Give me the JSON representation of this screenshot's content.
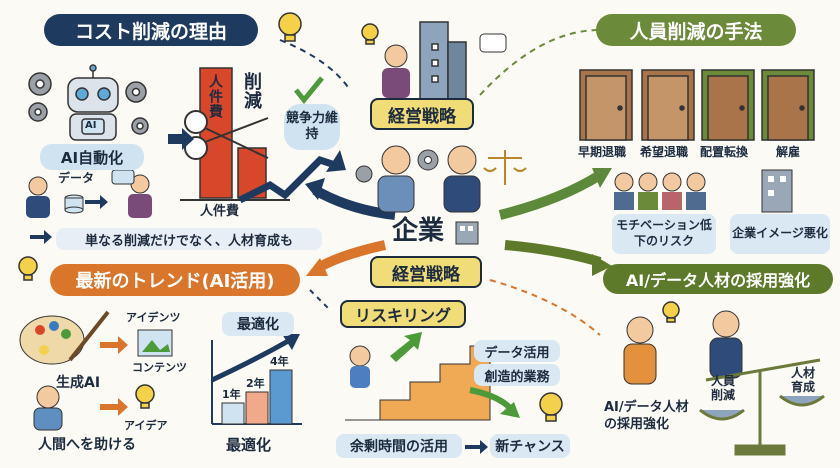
{
  "center": {
    "title": "企業",
    "top_banner": "経営戦略",
    "bottom_banner": "経営戦略"
  },
  "left_top": {
    "heading": "コスト削減の理由",
    "robot_label": "AI",
    "ai_auto": "AI自動化",
    "data_label": "データ",
    "personnel_bar": "人件費",
    "cut_label": "削減",
    "personnel_axis": "人件費",
    "compete": "競争力維持",
    "note": "単なる削減だけでなく、人材育成も"
  },
  "right_top": {
    "heading": "人員削減の手法",
    "doors": [
      "早期退職",
      "希望退職",
      "配置転換",
      "解雇"
    ],
    "risk_motivation": "モチベーション低下のリスク",
    "risk_image": "企業イメージ悪化"
  },
  "left_bottom": {
    "heading": "最新のトレンド(AI活用)",
    "idea_label": "アイデンツ",
    "content_label": "コンテンツ",
    "gen_ai": "生成AI",
    "idea2": "アイデア",
    "help": "人間へを助ける",
    "opt_top": "最適化",
    "opt_bottom": "最適化",
    "bars": [
      {
        "label": "1年",
        "value": 1
      },
      {
        "label": "2年",
        "value": 2
      },
      {
        "label": "4年",
        "value": 4
      }
    ]
  },
  "middle_bottom": {
    "heading": "リスキリング",
    "step1": "データ活用",
    "step2": "創造的業務",
    "spare": "余剰時間の活用",
    "chance": "新チャンス"
  },
  "right_bottom": {
    "heading": "AI/データ人材の採用強化",
    "caption": "AI/データ人材の採用強化",
    "scale_left": "人員削減",
    "scale_right": "人材育成"
  }
}
